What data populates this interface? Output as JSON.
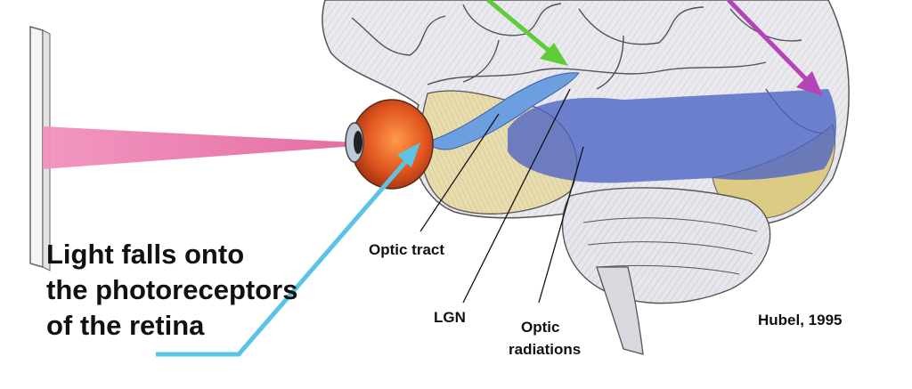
{
  "caption": {
    "lines": [
      "Light falls onto",
      "the photoreceptors",
      "of the retina"
    ]
  },
  "labels": {
    "optic_tract": "Optic tract",
    "lgn": "LGN",
    "optic_radiations_line1": "Optic",
    "optic_radiations_line2": "radiations",
    "credit": "Hubel, 1995"
  },
  "colors": {
    "arrow_cyan": "#5bc4e6",
    "arrow_green": "#5fcc3a",
    "arrow_magenta": "#b544b5",
    "light_cone": "#ea6fa6",
    "visual_pathway": "#4a63c6",
    "eye": "#e0561f"
  }
}
